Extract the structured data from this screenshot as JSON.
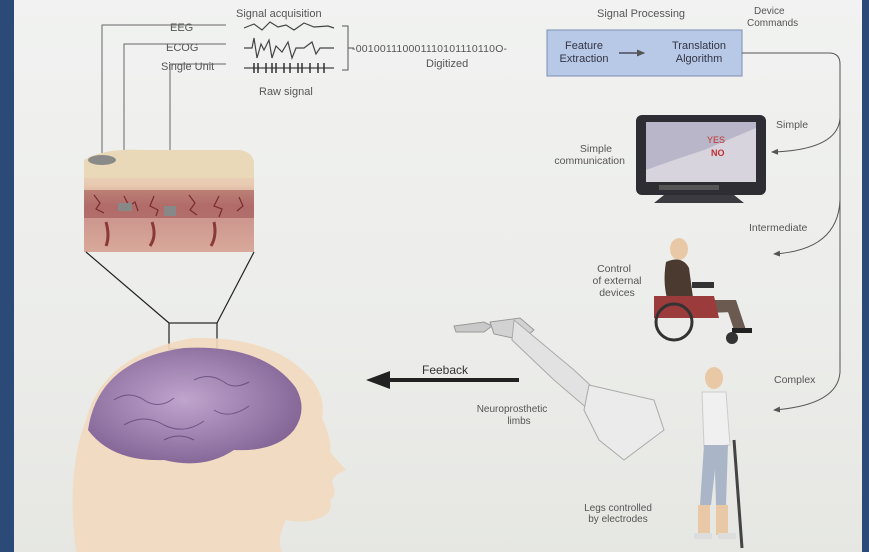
{
  "labels": {
    "signal_acquisition": "Signal acquisition",
    "signal_processing": "Signal Processing",
    "device_commands_1": "Device",
    "device_commands_2": "Commands",
    "eeg": "EEG",
    "ecog": "ECOG",
    "single_unit": "Single Unit",
    "raw_signal": "Raw signal",
    "bitstream": "-001001110001110101110110O-",
    "digitized": "Digitized",
    "feature_1": "Feature",
    "feature_2": "Extraction",
    "translation_1": "Translation",
    "translation_2": "Algorithm",
    "simple": "Simple",
    "simple_comm_1": "Simple",
    "simple_comm_2": "communication",
    "screen_yes": "YES",
    "screen_no": "NO",
    "intermediate": "Intermediate",
    "control_1": "Control",
    "control_2": "of external",
    "control_3": "devices",
    "complex": "Complex",
    "feedback": "Feeback",
    "neuro_1": "Neuroprosthetic",
    "neuro_2": "limbs",
    "legs_1": "Legs controlled",
    "legs_2": "by electrodes"
  },
  "colors": {
    "frame_border": "#2b4a78",
    "box_fill": "#b7c9e6",
    "box_stroke": "#7d8fb0",
    "brain": "#7a5c92",
    "skin": "#f2d9bf",
    "arrow": "#222222"
  }
}
